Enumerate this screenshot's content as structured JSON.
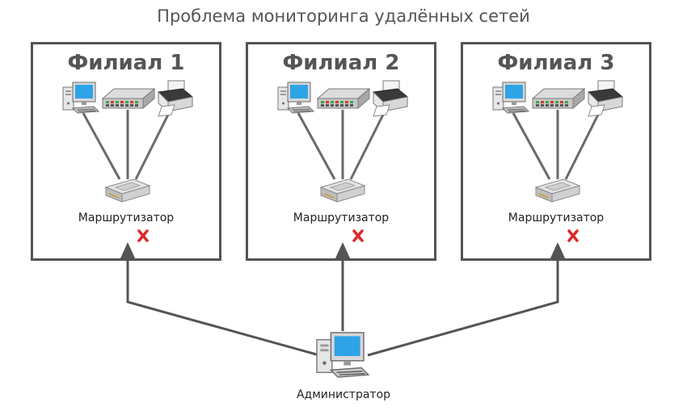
{
  "title": "Проблема мониторинга удалённых сетей",
  "branches": [
    {
      "name": "Филиал 1",
      "router_label": "Маршрутизатор",
      "status": "x"
    },
    {
      "name": "Филиал 2",
      "router_label": "Маршрутизатор",
      "status": "x"
    },
    {
      "name": "Филиал 3",
      "router_label": "Маршрутизатор",
      "status": "x"
    }
  ],
  "admin_label": "Администратор",
  "colors": {
    "frame": "#545454",
    "cross": "#e0262d",
    "screen": "#2fa3e8"
  }
}
